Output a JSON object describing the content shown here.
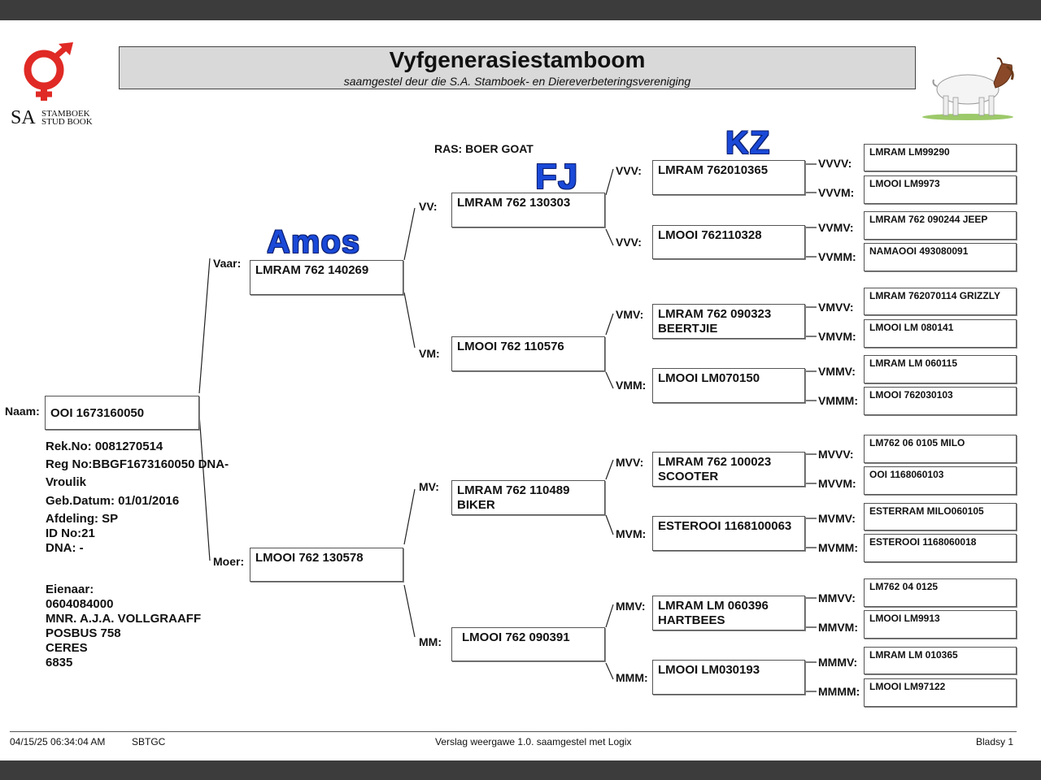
{
  "header": {
    "title": "Vyfgenerasiestamboom",
    "subtitle": "saamgestel deur die S.A. Stamboek- en Diereverbeteringsvereniging"
  },
  "logo": {
    "sa": "SA",
    "line1": "STAMBOEK",
    "line2": "STUD BOOK",
    "color": "#e02a25"
  },
  "breed": "RAS: BOER GOAT",
  "annotations": {
    "sire": "Amos",
    "vv": "FJ",
    "vvv": "KZ",
    "color": "#1a49d8"
  },
  "animal": {
    "label": "Naam:",
    "name": "OOI 1673160050",
    "details": [
      "Rek.No: 0081270514",
      "Reg No:BBGF1673160050 DNA-",
      "Vroulik",
      "Geb.Datum: 01/01/2016",
      "Afdeling: SP",
      "ID No:21",
      "DNA: -"
    ]
  },
  "owner": [
    "Eienaar:",
    "0604084000",
    "MNR. A.J.A. VOLLGRAAFF",
    "POSBUS 758",
    "CERES",
    "6835"
  ],
  "gen1": [
    {
      "label": "Vaar:",
      "name": "LMRAM 762 140269"
    },
    {
      "label": "Moer:",
      "name": "LMOOI 762 130578"
    }
  ],
  "gen2": [
    {
      "label": "VV:",
      "name": "LMRAM 762 130303"
    },
    {
      "label": "VM:",
      "name": "LMOOI 762 110576"
    },
    {
      "label": "MV:",
      "name": "LMRAM 762 110489 BIKER"
    },
    {
      "label": "MM:",
      "name": "LMOOI 762 090391"
    }
  ],
  "gen3": [
    {
      "label": "VVV:",
      "name": "LMRAM 762010365"
    },
    {
      "label": "VVV:",
      "name": "LMOOI 762110328"
    },
    {
      "label": "VMV:",
      "name": "LMRAM 762 090323 BEERTJIE"
    },
    {
      "label": "VMM:",
      "name": "LMOOI LM070150"
    },
    {
      "label": "MVV:",
      "name": "LMRAM 762 100023 SCOOTER"
    },
    {
      "label": "MVM:",
      "name": "ESTEROOI 1168100063"
    },
    {
      "label": "MMV:",
      "name": "LMRAM LM 060396 HARTBEES"
    },
    {
      "label": "MMM:",
      "name": "LMOOI LM030193"
    }
  ],
  "gen4": [
    {
      "label": "VVVV:",
      "name": "LMRAM LM99290"
    },
    {
      "label": "VVVM:",
      "name": "LMOOI LM9973"
    },
    {
      "label": "VVMV:",
      "name": "LMRAM 762 090244 JEEP"
    },
    {
      "label": "VVMM:",
      "name": "NAMAOOI 493080091"
    },
    {
      "label": "VMVV:",
      "name": "LMRAM 762070114 GRIZZLY"
    },
    {
      "label": "VMVM:",
      "name": "LMOOI LM 080141"
    },
    {
      "label": "VMMV:",
      "name": "LMRAM LM 060115"
    },
    {
      "label": "VMMM:",
      "name": "LMOOI 762030103"
    },
    {
      "label": "MVVV:",
      "name": "LM762 06 0105 MILO"
    },
    {
      "label": "MVVM:",
      "name": "OOI 1168060103"
    },
    {
      "label": "MVMV:",
      "name": "ESTERRAM MILO060105"
    },
    {
      "label": "MVMM:",
      "name": "ESTEROOI 1168060018"
    },
    {
      "label": "MMVV:",
      "name": "LM762 04 0125"
    },
    {
      "label": "MMVM:",
      "name": "LMOOI LM9913"
    },
    {
      "label": "MMMV:",
      "name": "LMRAM LM 010365"
    },
    {
      "label": "MMMM:",
      "name": "LMOOI LM97122"
    }
  ],
  "footer": {
    "datetime": "04/15/25 06:34:04 AM",
    "code": "SBTGC",
    "report": "Verslag weergawe 1.0. saamgestel met Logix",
    "page": "Bladsy 1"
  }
}
